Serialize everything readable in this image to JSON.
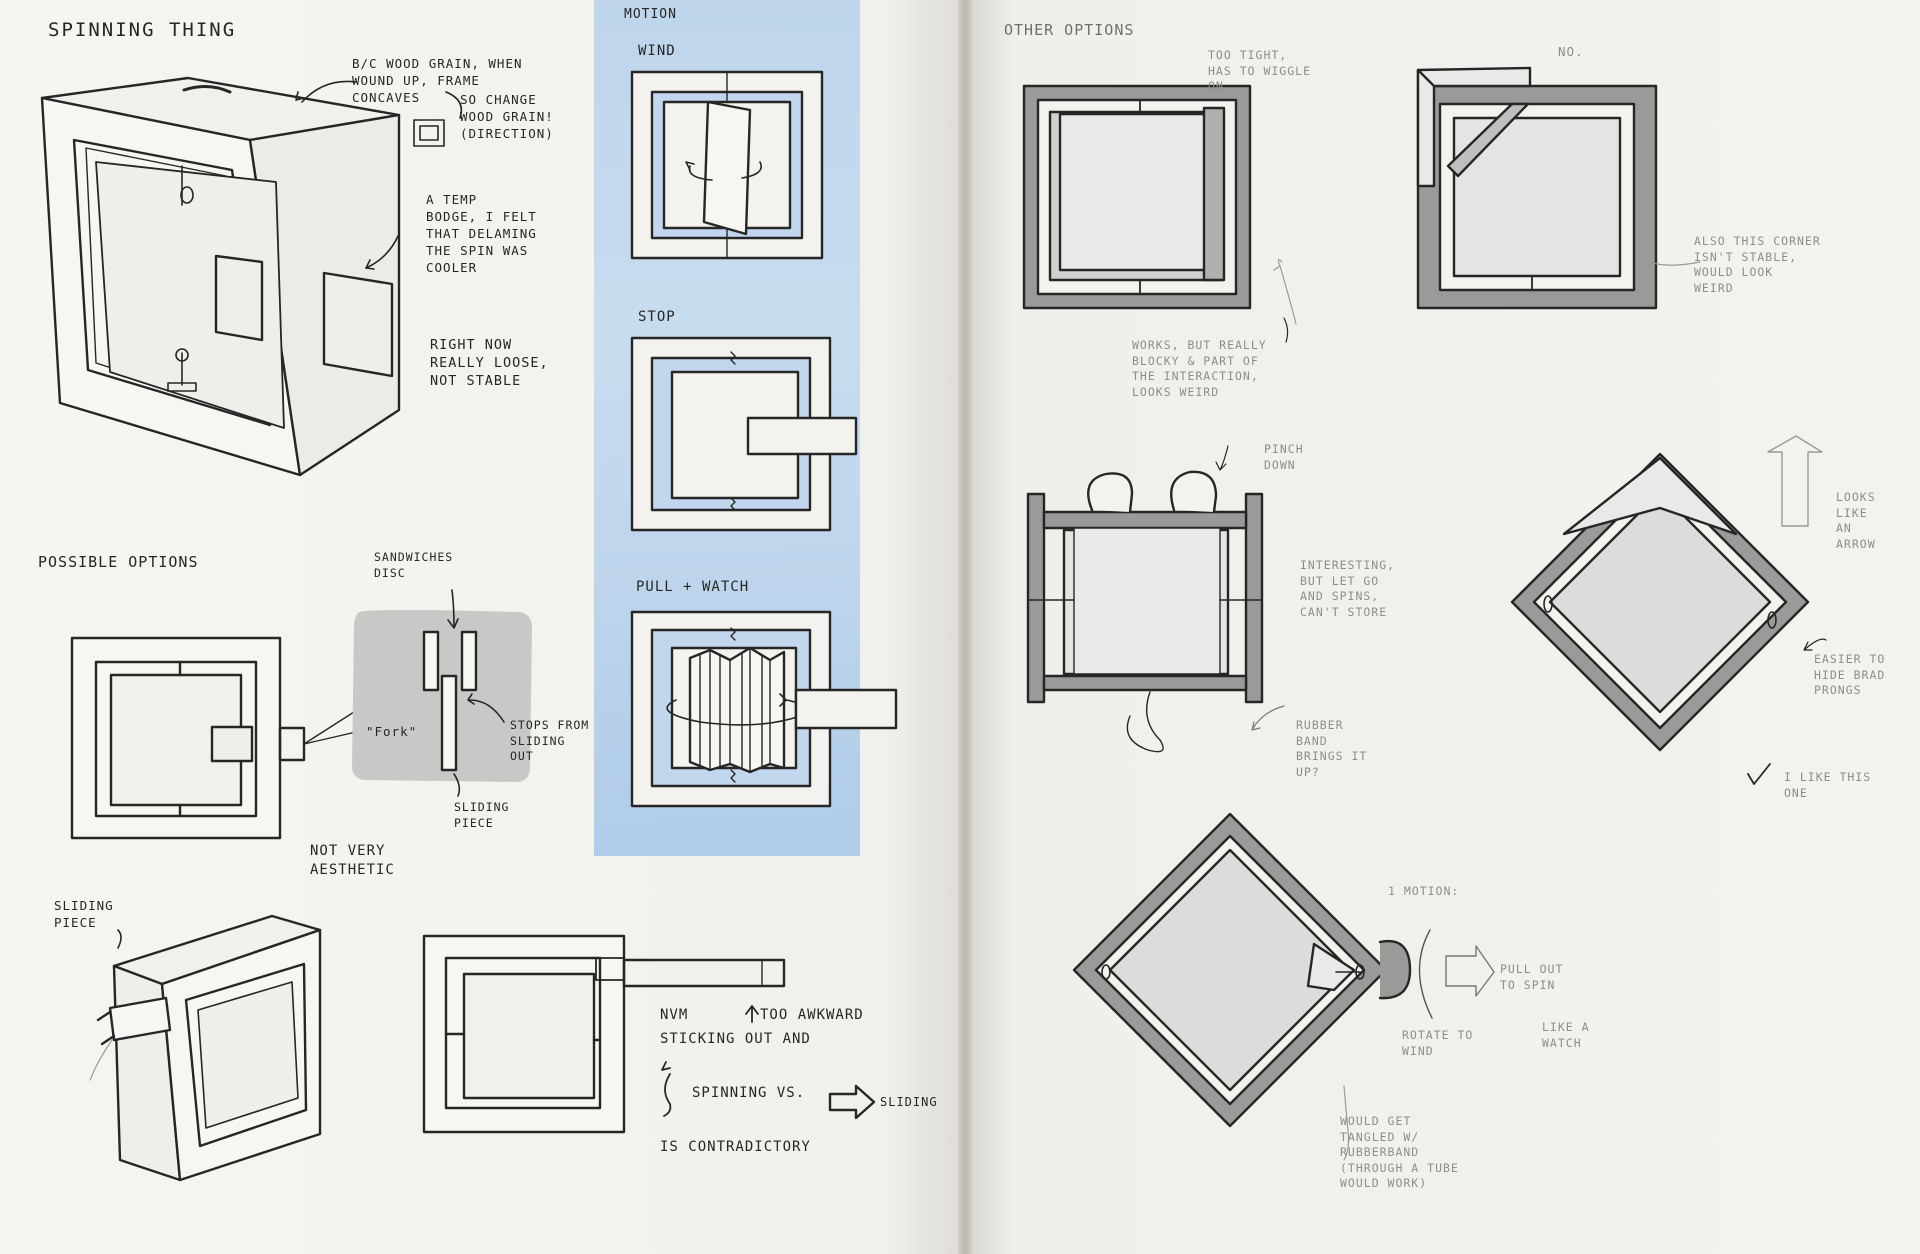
{
  "left_page": {
    "spinning_thing": {
      "title": "Spinning Thing",
      "note_grain": "B/c wood grain, when\nwound up, frame\nconcaves",
      "note_grain_fix": "So change\nwood grain!\n(direction)",
      "note_temp": "A temp\nbodge, I felt\nthat delaming\nthe spin was\ncooler",
      "note_loose": "Right now\nreally loose,\nnot stable"
    },
    "possible_options": {
      "title": "Possible options",
      "sandwiches": "Sandwiches\ndisc",
      "fork": "\"Fork\"",
      "stops": "Stops from\nsliding\nout",
      "sliding_piece": "Sliding\npiece",
      "not_aesthetic": "Not very\naesthetic"
    },
    "sliding": {
      "title": "Sliding\npiece",
      "nvm": "NVM",
      "too_awkward": "Too awkward",
      "sticking_out": "sticking out and",
      "spinning_vs": "Spinning vs.",
      "sliding": "Sliding",
      "contradictory": "is contradictory"
    },
    "motion": {
      "title": "Motion",
      "wind": "Wind",
      "stop": "Stop",
      "pull_watch": "Pull + watch"
    }
  },
  "right_page": {
    "other_options": "Other options",
    "too_tight": "Too tight,\nhas to wiggle\non",
    "no": "No.",
    "works_but": "Works, but really\nblocky & part of\nthe interaction,\nlooks weird",
    "corner": "Also this corner\nisn't stable,\nwould look\nweird",
    "pinch_down": "Pinch\ndown",
    "interesting": "Interesting,\nbut let go\nand spins,\ncan't store",
    "rubber_band": "Rubber\nband\nbrings it\nup?",
    "looks_arrow": "Looks\nlike\nan\narrow",
    "easier_hide": "Easier to\nhide brad\nprongs",
    "i_like": "I like this\none",
    "one_motion": "1 motion:",
    "pull_out": "Pull out\nto spin",
    "like_watch": "Like a\nwatch",
    "rotate_wind": "Rotate to\nwind",
    "tangled": "Would get\ntangled w/\nrubberband\n(through a tube\nwould work)"
  }
}
